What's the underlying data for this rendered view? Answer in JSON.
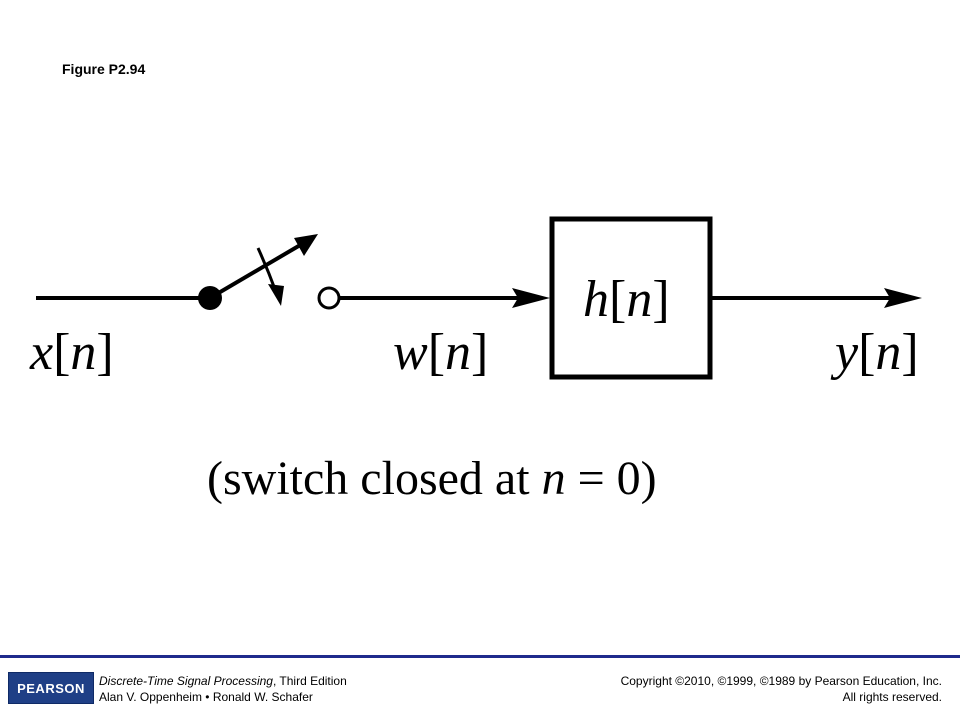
{
  "figure_label": "Figure P2.94",
  "diagram": {
    "input_label": {
      "var": "x",
      "arg": "n"
    },
    "intermediate_label": {
      "var": "w",
      "arg": "n"
    },
    "system_label": {
      "var": "h",
      "arg": "n"
    },
    "output_label": {
      "var": "y",
      "arg": "n"
    },
    "caption": {
      "prefix": "(switch closed at ",
      "var": "n",
      "suffix": " = 0)"
    }
  },
  "footer": {
    "logo_text": "PEARSON",
    "book_title": "Discrete-Time Signal Processing",
    "edition": ", Third Edition",
    "authors": "Alan V. Oppenheim • Ronald W. Schafer",
    "copyright": "Copyright ©2010, ©1999, ©1989 by Pearson Education, Inc.",
    "rights": "All rights reserved."
  }
}
